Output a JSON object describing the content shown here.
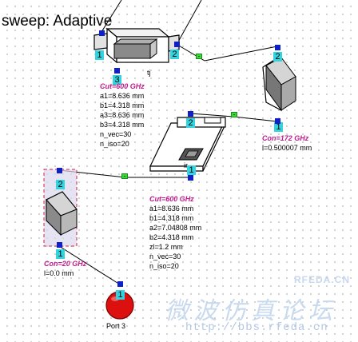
{
  "title": "sweep: Adaptive",
  "components": {
    "tj": {
      "name": "tj",
      "pins": [
        "1",
        "2",
        "3"
      ],
      "params": [
        "Cut=600 GHz",
        "a1=8.636 mm",
        "b1=4.318 mm",
        "a3=8.636 mm",
        "b3=4.318 mm",
        "n_vec=30",
        "n_iso=20"
      ]
    },
    "ir": {
      "name": "ir",
      "pins": [
        "2",
        "1"
      ],
      "params": [
        "Cut=600 GHz",
        "a1=8.636 mm",
        "b1=4.318 mm",
        "a2=7.04808 mm",
        "b2=4.318 mm",
        "zl=1.2 mm",
        "n_vec=30",
        "n_iso=20"
      ]
    },
    "line_right": {
      "pins": [
        "2",
        "1"
      ],
      "params": [
        "Con=172 GHz",
        "l=0.500007 mm"
      ]
    },
    "line_left": {
      "pins": [
        "2",
        "1"
      ],
      "params": [
        "Con=20 GHz",
        "l=0.0 mm"
      ]
    },
    "port": {
      "pin": "1",
      "label": "Port 3"
    }
  },
  "watermark": {
    "site": "RFEDA.CN",
    "chinese": "微波仿真论坛",
    "url": "http://bbs.rfeda.cn"
  },
  "colors": {
    "pin": "#33d4e0",
    "node": "#1020c8",
    "wire": "#000000",
    "param_header": "#c01a8c",
    "port": "#dd1010",
    "selection": "#d02040"
  }
}
